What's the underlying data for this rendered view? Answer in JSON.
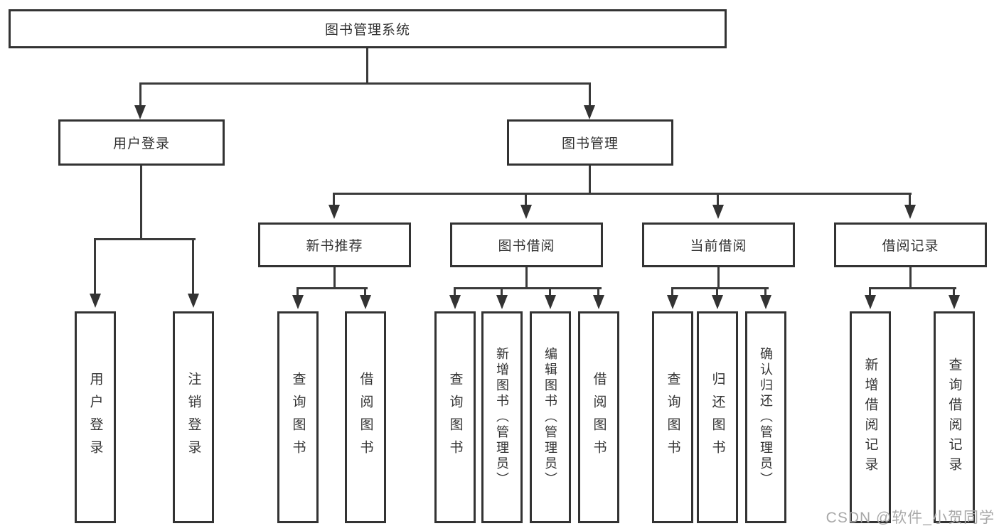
{
  "tree": {
    "root": "图书管理系统",
    "branches": [
      {
        "label": "用户登录",
        "children": [
          "用户登录",
          "注销登录"
        ]
      },
      {
        "label": "图书管理",
        "groups": [
          {
            "label": "新书推荐",
            "children": [
              "查询图书",
              "借阅图书"
            ]
          },
          {
            "label": "图书借阅",
            "children": [
              "查询图书",
              "新增图书（管理员）",
              "编辑图书（管理员）",
              "借阅图书"
            ]
          },
          {
            "label": "当前借阅",
            "children": [
              "查询图书",
              "归还图书",
              "确认归还（管理员）"
            ]
          },
          {
            "label": "借阅记录",
            "children": [
              "新增借阅记录",
              "查询借阅记录"
            ]
          }
        ]
      }
    ]
  },
  "watermark": "CSDN @软件_小贺同学",
  "colors": {
    "line": "#3a3a3a",
    "box_border": "#333333",
    "text": "#333333",
    "watermark_text": "#a8a8a8",
    "background": "#ffffff"
  }
}
